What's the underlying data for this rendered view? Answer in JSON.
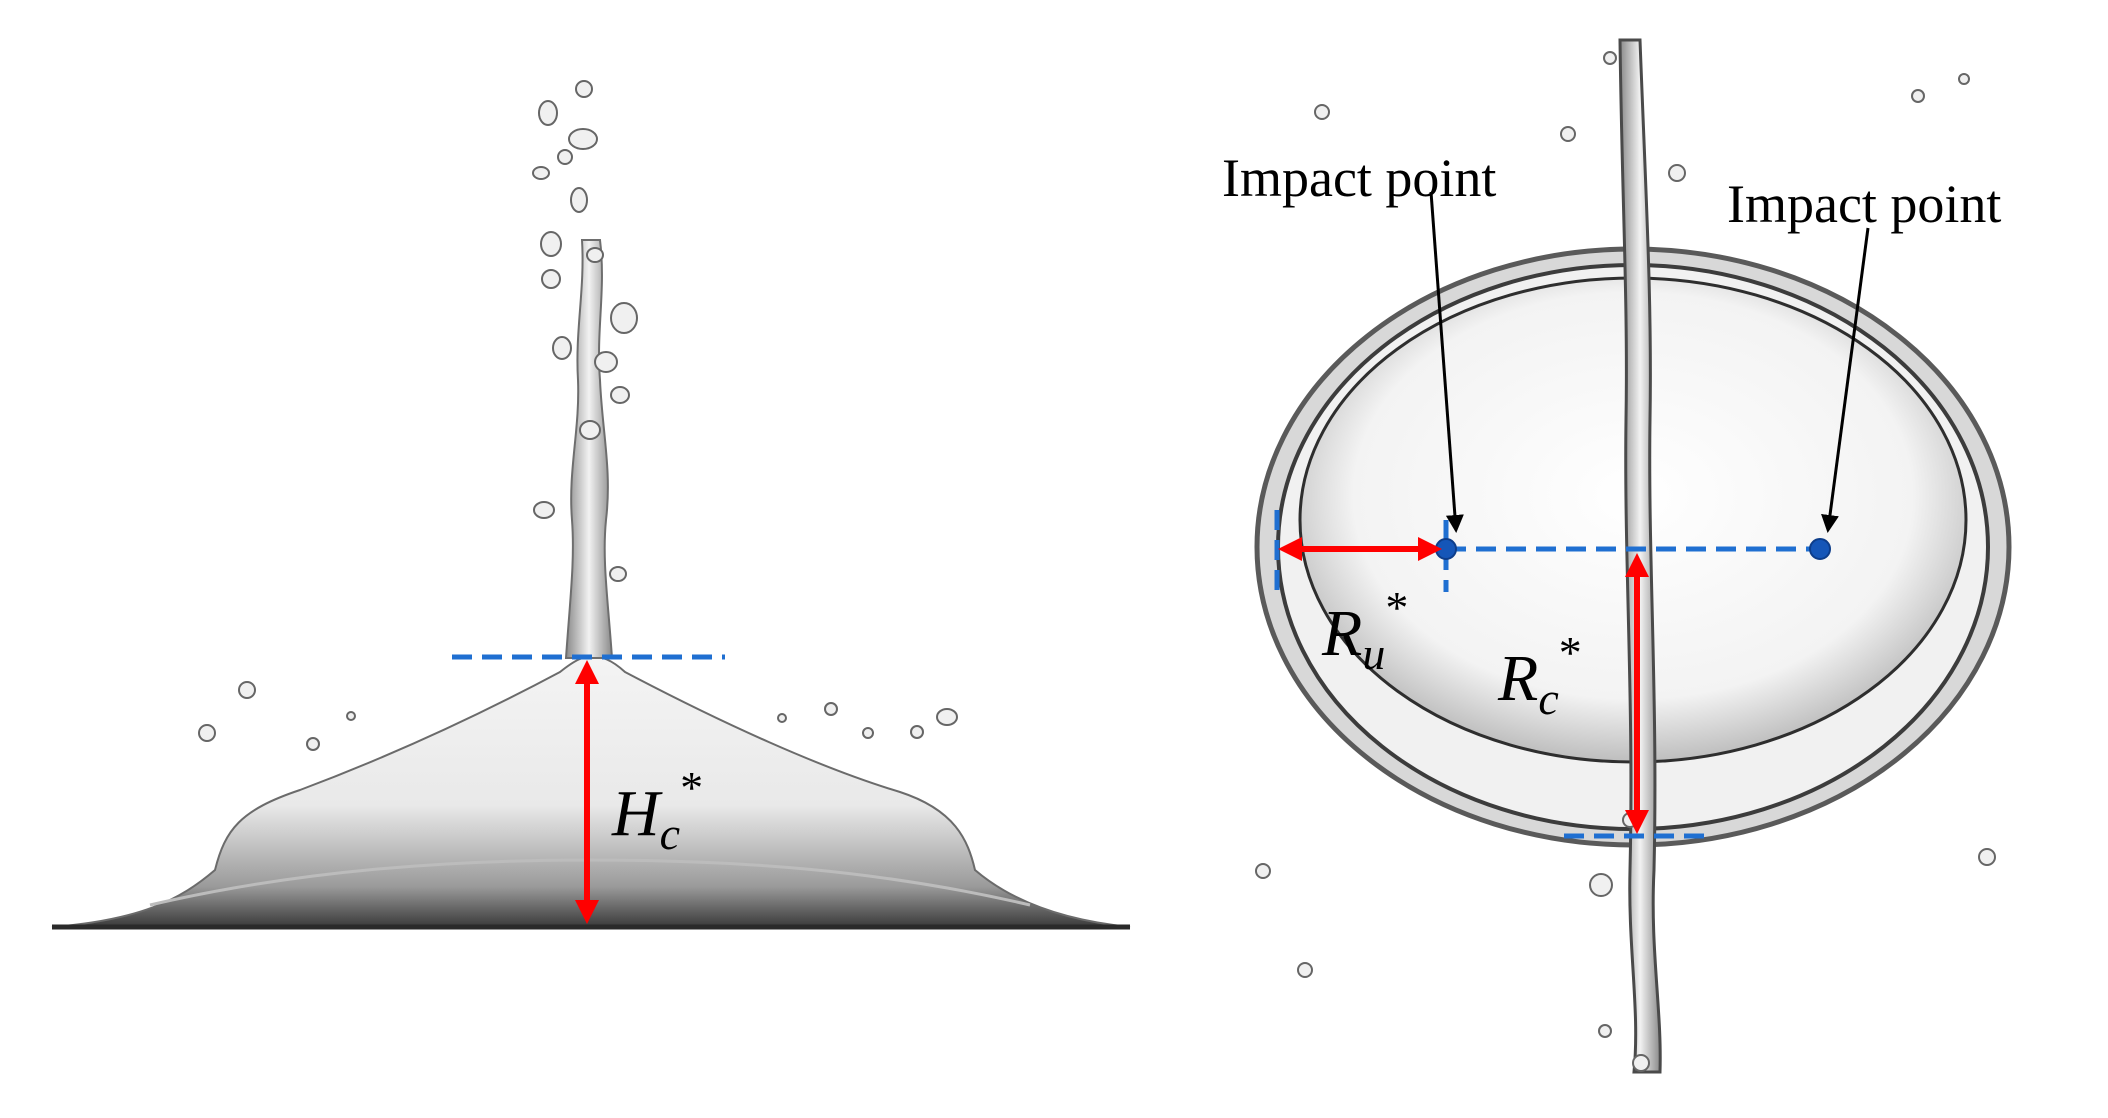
{
  "left_panel": {
    "height_symbol": "H",
    "height_subscript": "c",
    "height_superscript": "*"
  },
  "right_panel": {
    "impact_label_left": "Impact point",
    "impact_label_right": "Impact point",
    "uni_radius_symbol": "R",
    "uni_radius_subscript": "u",
    "uni_radius_superscript": "*",
    "center_radius_symbol": "R",
    "center_radius_subscript": "c",
    "center_radius_superscript": "*"
  },
  "colors": {
    "arrow": "#ff0000",
    "reference_line": "#1f6fd1",
    "impact_dot": "#1556b8",
    "pointer": "#000000"
  }
}
